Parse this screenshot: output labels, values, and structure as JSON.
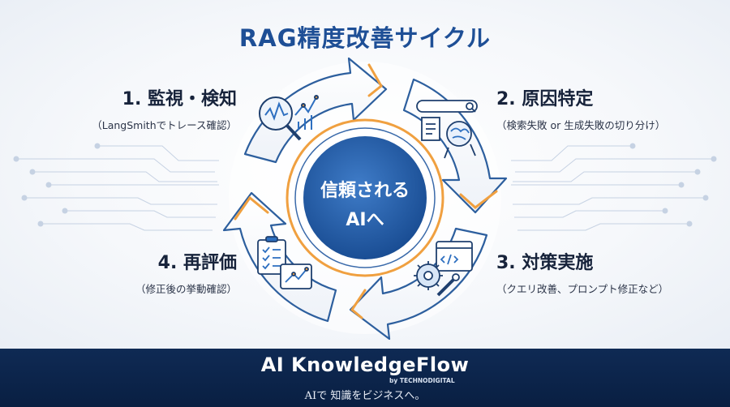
{
  "title": "RAG精度改善サイクル",
  "center": {
    "line1": "信頼される",
    "line2": "AIへ"
  },
  "steps": [
    {
      "number_title": "1. 監視・検知",
      "subtitle": "（LangSmithでトレース確認）",
      "icon": "magnifier-chart-icon"
    },
    {
      "number_title": "2. 原因特定",
      "subtitle": "（検索失敗 or 生成失敗の切り分け）",
      "icon": "search-bar-document-brain-icon"
    },
    {
      "number_title": "3. 対策実施",
      "subtitle": "（クエリ改善、プロンプト修正など）",
      "icon": "gear-wrench-code-icon"
    },
    {
      "number_title": "4. 再評価",
      "subtitle": "（修正後の挙動確認）",
      "icon": "checklist-chart-icon"
    }
  ],
  "footer": {
    "brand": "AI KnowledgeFlow",
    "by": "by TECHNODIGITAL",
    "tagline": "AIで 知識をビジネスへ。"
  },
  "colors": {
    "title": "#1e4f96",
    "arrow_outline": "#2d5f9e",
    "accent_orange": "#f0a040",
    "center_circle": "#1f56a0",
    "footer_bg": "#0f2a54"
  }
}
